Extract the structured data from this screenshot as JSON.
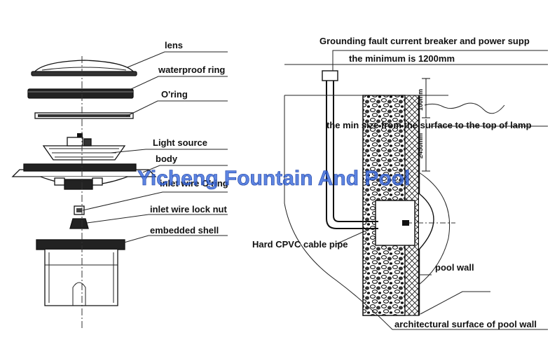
{
  "exploded_view": {
    "labels": {
      "lens": "lens",
      "waterproof_ring": "waterproof ring",
      "o_ring": "O'ring",
      "light_source": "Light source",
      "body": "body",
      "inlet_wire_o_ring": "inlet wire O'ring",
      "inlet_wire_lock_nut": "inlet wire lock nut",
      "embedded_shell": "embedded shell"
    }
  },
  "installation": {
    "labels": {
      "breaker": "Grounding fault current breaker and power supp",
      "minimum": "the minimum is 1200mm",
      "min_size": "the min size from the surface to the top of lamp",
      "cable_pipe": "Hard CPVC cable pipe",
      "pool_wall": "pool wall",
      "architectural_surface": "architectural surface of pool wall"
    },
    "dimensions": {
      "top": "100mm",
      "bottom": "≥450mm"
    }
  },
  "watermark": "Yicheng Fountain And Pool"
}
